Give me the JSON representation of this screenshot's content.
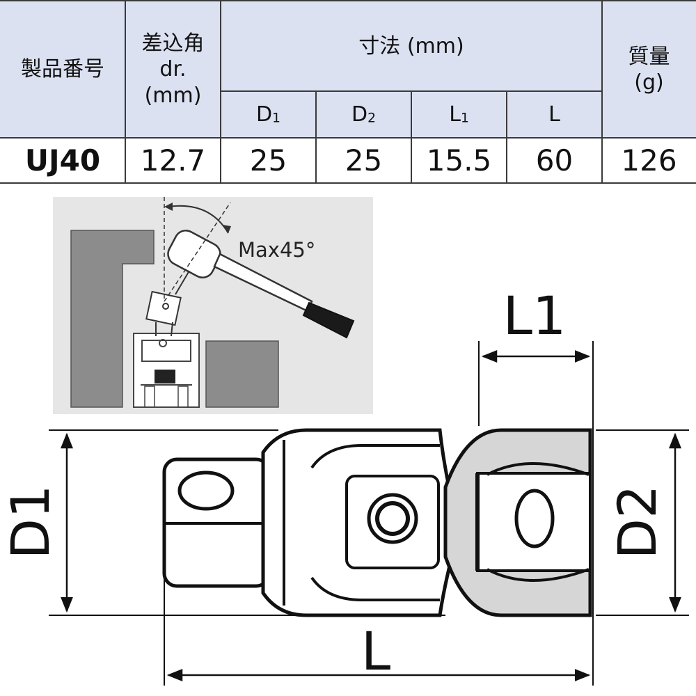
{
  "table": {
    "headers": {
      "product_no": "製品番号",
      "drive_line1": "差込角",
      "drive_line2": "dr.",
      "drive_line3": "(mm)",
      "dimensions": "寸法 (mm)",
      "mass_line1": "質量",
      "mass_line2": "(g)"
    },
    "subheaders": {
      "d1_main": "D",
      "d1_sub": "1",
      "d2_main": "D",
      "d2_sub": "2",
      "l1_main": "L",
      "l1_sub": "1",
      "l": "L"
    },
    "row": {
      "product_no": "UJ40",
      "drive": "12.7",
      "d1": "25",
      "d2": "25",
      "l1": "15.5",
      "l": "60",
      "mass": "126"
    }
  },
  "illustration": {
    "angle_label": "Max45°"
  },
  "drawing": {
    "label_l1": "L1",
    "label_d1": "D1",
    "label_d2": "D2",
    "label_l": "L"
  },
  "colors": {
    "header_bg": "#dbe1f1",
    "illustration_bg": "#e6e6e6",
    "block_gray": "#8c8c8c",
    "socket_gray": "#cfcfcf"
  }
}
